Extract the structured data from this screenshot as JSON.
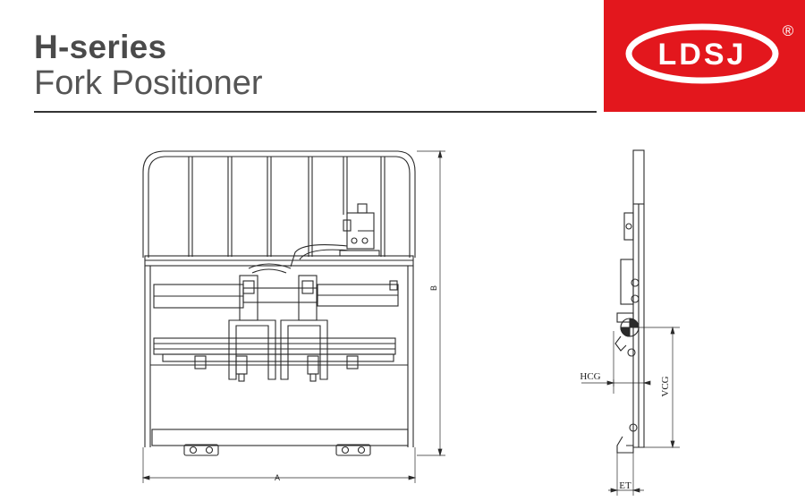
{
  "header": {
    "title": "H-series",
    "subtitle": "Fork Positioner"
  },
  "logo": {
    "text": "LDSJ",
    "registered": "®",
    "background": "#e3171d",
    "foreground": "#ffffff"
  },
  "front_view": {
    "width_label": "A",
    "height_label": "B"
  },
  "side_view": {
    "hcg_label": "HCG",
    "vcg_label": "VCG",
    "et_label": "ET"
  },
  "colors": {
    "line": "#2a2a2a",
    "text": "#4a4a4a"
  }
}
